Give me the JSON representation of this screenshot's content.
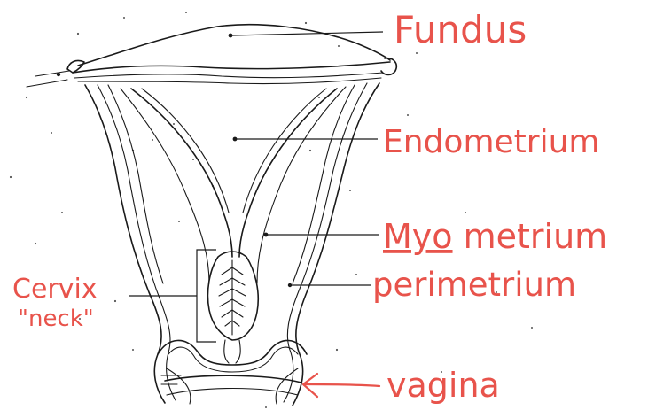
{
  "labels": {
    "fundus": "Fundus",
    "endometrium": "Endometrium",
    "myo_prefix": "Myo",
    "myo_suffix": " metrium",
    "perimetrium": "perimetrium",
    "cervix_line1": "Cervix",
    "cervix_line2": "\"neck\"",
    "vagina": "vagina"
  },
  "colors": {
    "annotation_ink": "#e8534b",
    "line_ink": "#1a1a1a",
    "paper": "#ffffff"
  }
}
